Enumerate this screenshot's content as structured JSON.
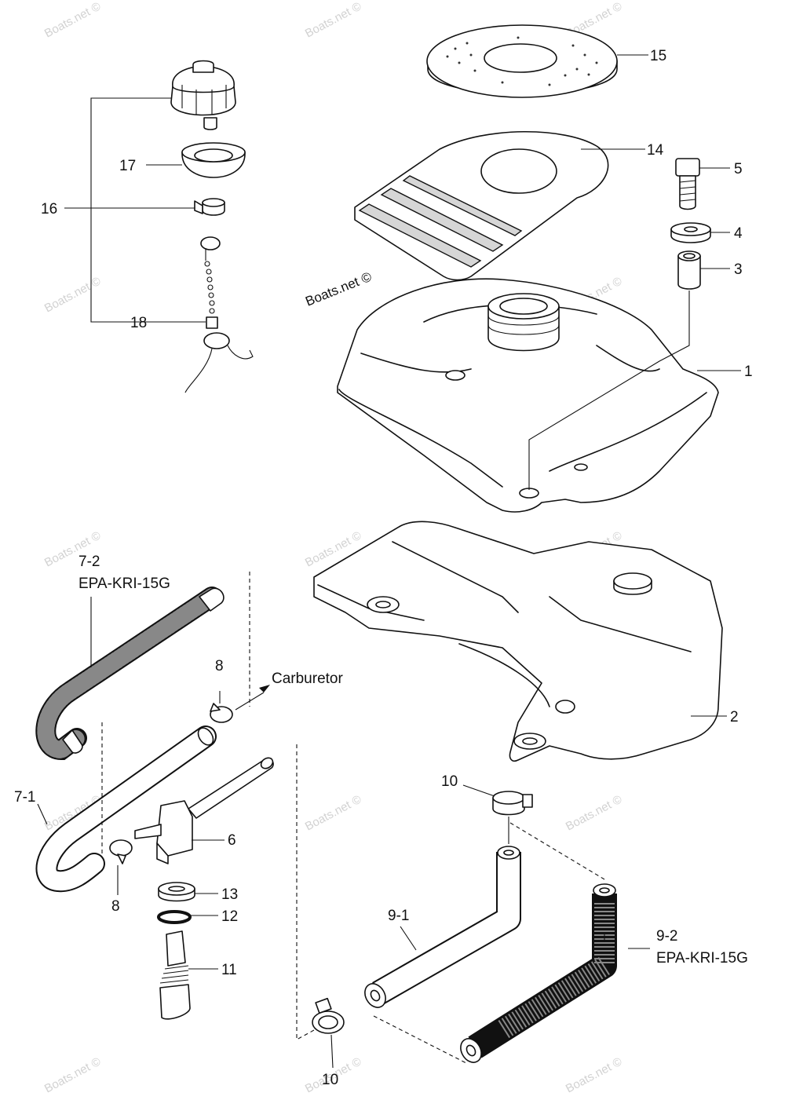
{
  "labels": {
    "p1": "1",
    "p2": "2",
    "p3": "3",
    "p4": "4",
    "p5": "5",
    "p6": "6",
    "p7_1": "7-1",
    "p7_2": "7-2",
    "p7_2_code": "EPA-KRI-15G",
    "p8_top": "8",
    "p8_bottom": "8",
    "p9_1": "9-1",
    "p9_2": "9-2",
    "p9_2_code": "EPA-KRI-15G",
    "p10_top": "10",
    "p10_bottom": "10",
    "p11": "11",
    "p12": "12",
    "p13": "13",
    "p14": "14",
    "p15": "15",
    "p16": "16",
    "p17": "17",
    "p18": "18",
    "carburetor": "Carburetor"
  },
  "credit": "Boats.net ©",
  "watermark": "Boats.net ©"
}
